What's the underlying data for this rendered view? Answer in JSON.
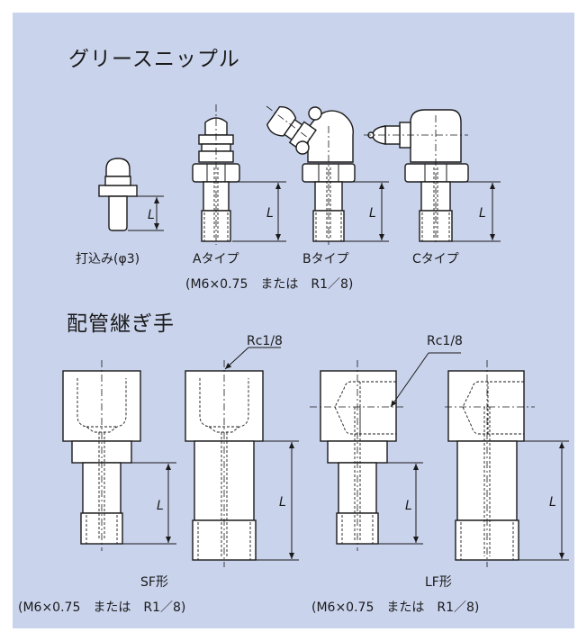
{
  "headings": {
    "grease_nipple": "グリースニップル",
    "pipe_fitting": "配管継ぎ手"
  },
  "grease_labels": {
    "uchikomi": "打込み(φ3)",
    "a_type": "Aタイプ",
    "b_type": "Bタイプ",
    "c_type": "Cタイプ",
    "spec": "(M6×0.75　または　R1／8)"
  },
  "fitting_labels": {
    "rc_left": "Rc1/8",
    "rc_right": "Rc1/8",
    "sf": "SF形",
    "lf": "LF形",
    "spec_left": "(M6×0.75　または　R1／8)",
    "spec_right": "(M6×0.75　または　R1／8)"
  },
  "dimension_label": "L",
  "colors": {
    "panel": "#c9d3ec",
    "line": "#1a1a1a",
    "part_fill": "#ffffff"
  }
}
